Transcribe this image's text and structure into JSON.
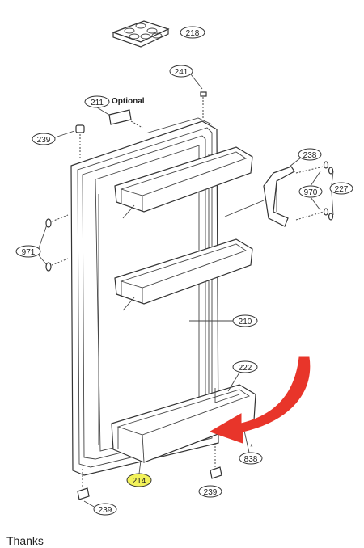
{
  "callouts": {
    "c218": "218",
    "c241": "241",
    "c211": "211",
    "optional": "Optional",
    "c239_top": "239",
    "c238": "238",
    "c970": "970",
    "c227": "227",
    "c971": "971",
    "c210": "210",
    "c222": "222",
    "c838": "838",
    "c214": "214",
    "c239_right": "239",
    "c239_bottom": "239",
    "asterisk": "*"
  },
  "footer": {
    "text": "Thanks"
  },
  "colors": {
    "arrow": "#e8352a",
    "highlight": "#f2f25a",
    "line": "#333333"
  }
}
